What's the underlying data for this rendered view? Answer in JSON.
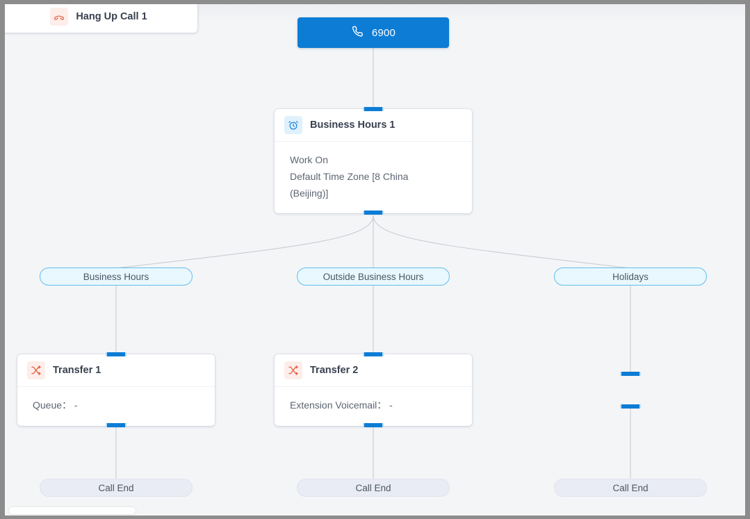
{
  "canvas": {
    "accent_blue": "#0c7cd5",
    "background": "#f4f5f7",
    "frame_color": "#8c8c8c",
    "pill_branch_bg": "#e8f8fe",
    "pill_branch_border": "#64bdea",
    "pill_end_bg": "#e9ecf4",
    "icon_red": "#ea5b40"
  },
  "root": {
    "icon": "phone-icon",
    "label": "6900"
  },
  "nodes": {
    "business_hours": {
      "icon": "alarm-clock-icon",
      "title": "Business Hours 1",
      "body_line_1": "Work On",
      "body_line_2": "Default Time Zone [8 China",
      "body_line_3": "(Beijing)]"
    },
    "transfer_1": {
      "icon": "transfer-shuffle-icon",
      "title": "Transfer 1",
      "detail": "Queue： -"
    },
    "transfer_2": {
      "icon": "transfer-shuffle-icon",
      "title": "Transfer 2",
      "detail": "Extension Voicemail： -"
    },
    "hang_up": {
      "icon": "hang-up-phone-icon",
      "title": "Hang Up Call 1"
    }
  },
  "branches": [
    {
      "label": "Business Hours"
    },
    {
      "label": "Outside Business Hours"
    },
    {
      "label": "Holidays"
    }
  ],
  "terminals": [
    {
      "label": "Call End"
    },
    {
      "label": "Call End"
    },
    {
      "label": "Call End"
    }
  ]
}
